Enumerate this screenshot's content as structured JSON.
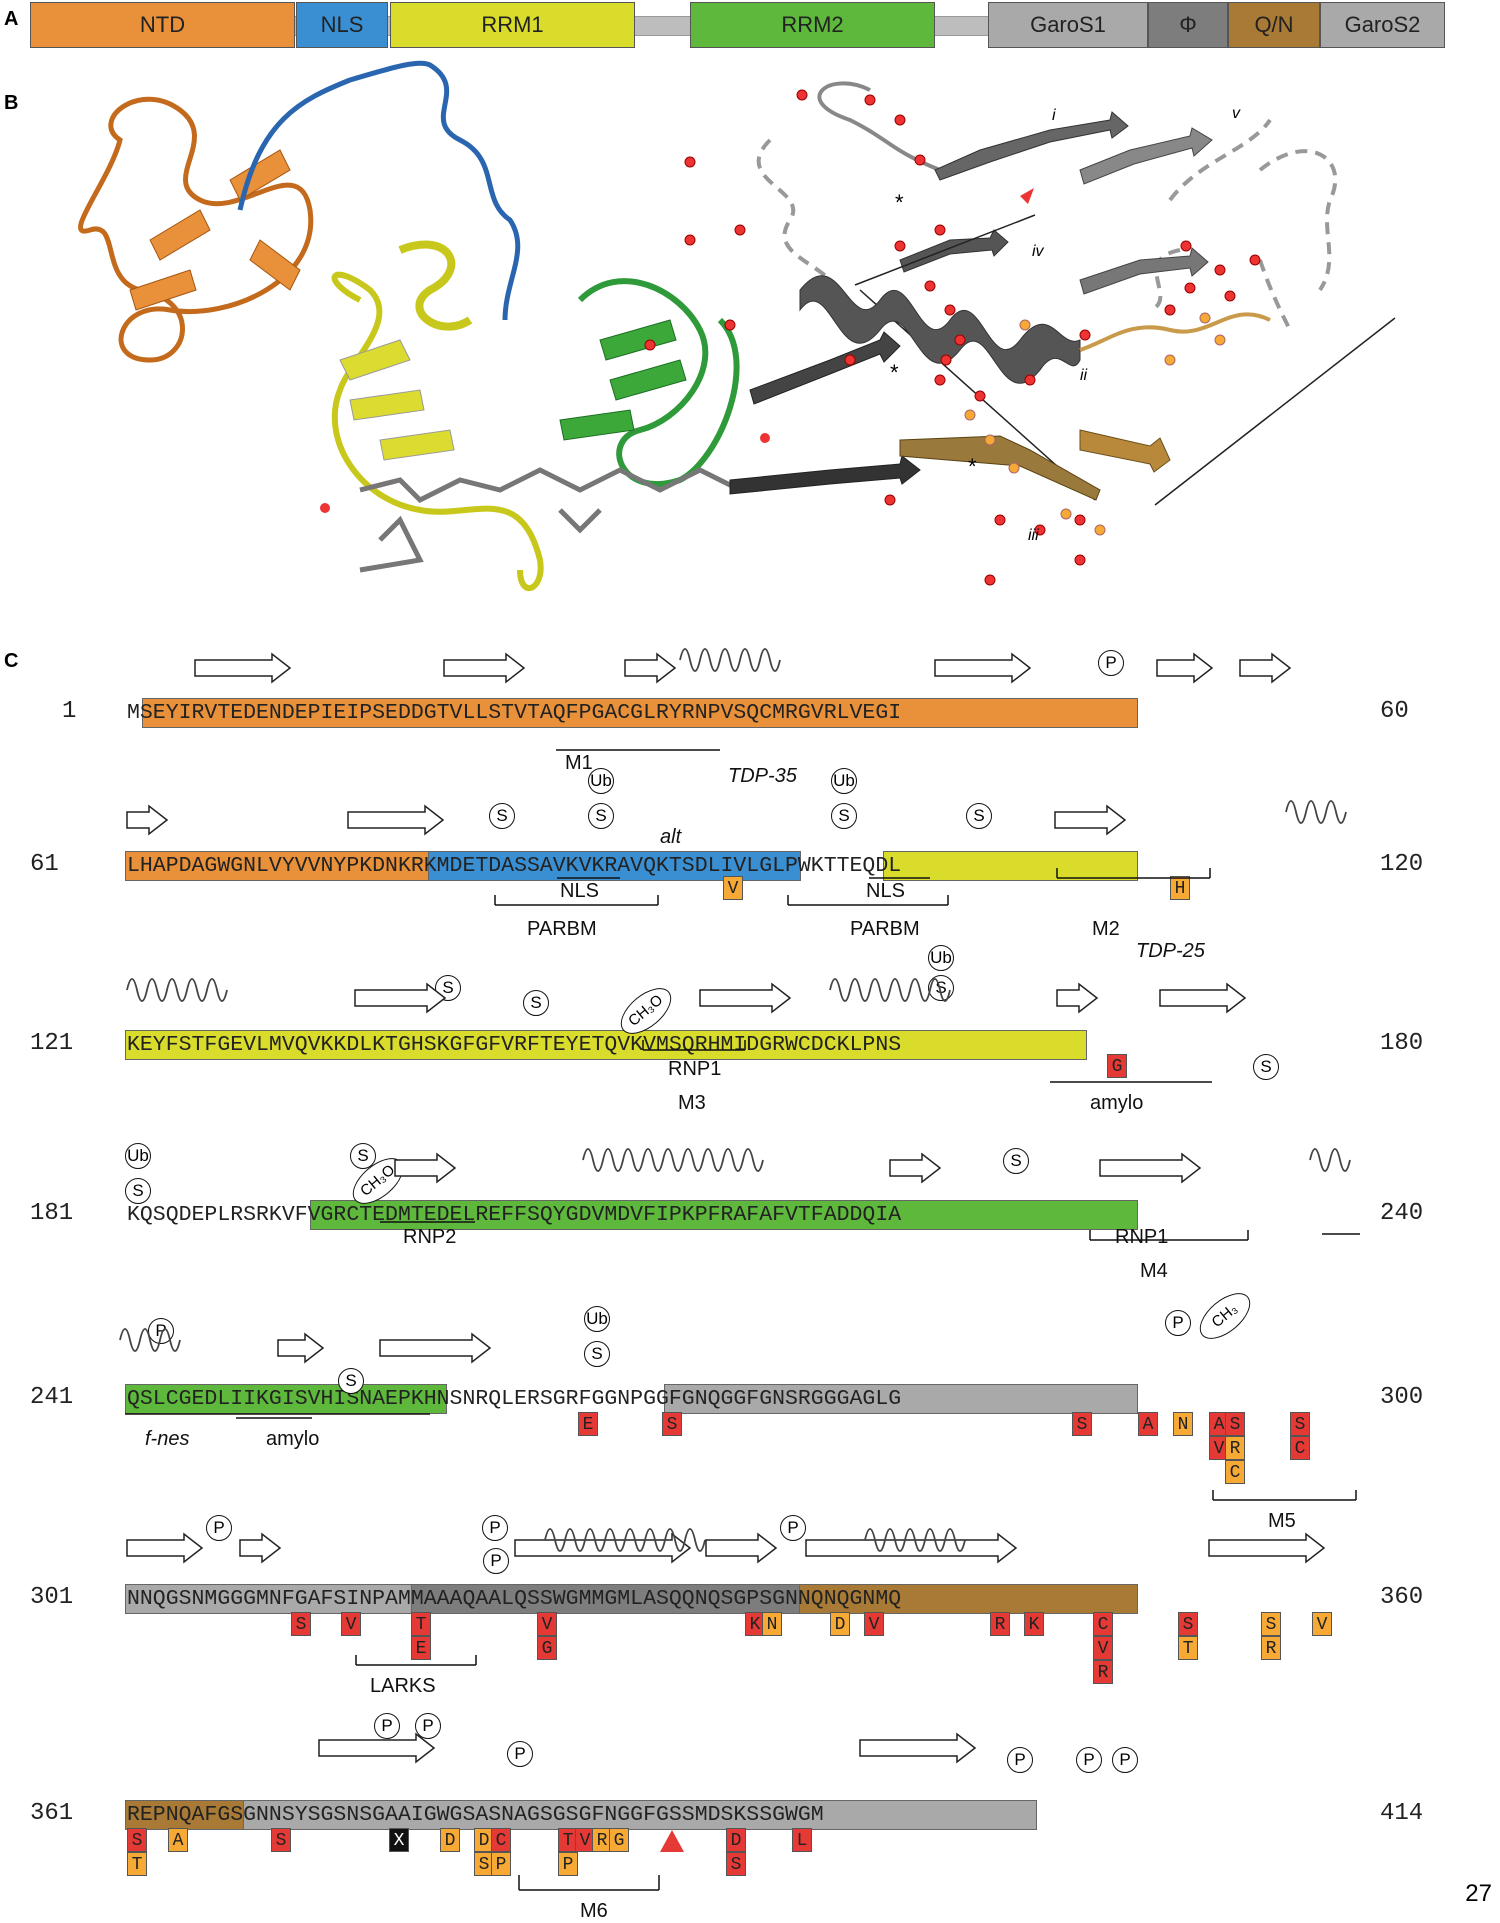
{
  "panels": {
    "a": "A",
    "b": "B",
    "c": "C"
  },
  "domains": [
    {
      "label": "NTD",
      "color": "#e8913a"
    },
    {
      "label": "NLS",
      "color": "#3a8fd3"
    },
    {
      "label": "RRM1",
      "color": "#d9dc2a"
    },
    {
      "label": "RRM2",
      "color": "#5db83c"
    },
    {
      "label": "GaroS1",
      "color": "#a9a9a9"
    },
    {
      "label": "Φ",
      "color": "#7d7d7d"
    },
    {
      "label": "Q/N",
      "color": "#a87a36"
    },
    {
      "label": "GaroS2",
      "color": "#a9a9a9"
    }
  ],
  "structure_labels": {
    "i": "i",
    "ii": "ii",
    "iii": "iii",
    "iv": "iv",
    "v": "v",
    "star": "*"
  },
  "rows": [
    {
      "start": "1",
      "end": "60",
      "seq": "MSEYIRVTEDENDEPIEIPSEDDGTVLLSTVTAQFPGACGLRYRNPVSQCMRGVRLVEGI"
    },
    {
      "start": "61",
      "end": "120",
      "seq": "LHAPDAGWGNLVYVVNYPKDNKRKMDETDASSAVKVKRAVQKTSDLIVLGLPWKTTEQDL"
    },
    {
      "start": "121",
      "end": "180",
      "seq": "KEYFSTFGEVLMVQVKKDLKTGHSKGFGFVRFTEYETQVKVMSQRHMIDGRWCDCKLPNS"
    },
    {
      "start": "181",
      "end": "240",
      "seq": "KQSQDEPLRSRKVFVGRCTEDMTEDELREFFSQYGDVMDVFIPKPFRAFAFVTFADDQIA"
    },
    {
      "start": "241",
      "end": "300",
      "seq": "QSLCGEDLIIKGISVHISNAEPKHNSNRQLERSGRFGGNPGGFGNQGGFGNSRGGGAGLG"
    },
    {
      "start": "301",
      "end": "360",
      "seq": "NNQGSNMGGGMNFGAFSINPAMMAAAQAALQSSWGMMGMLASQQNQSGPSGNNQNQGNMQ"
    },
    {
      "start": "361",
      "end": "414",
      "seq": "REPNQAFGSGNNSYSGSNSGAAIGWGSASNAGSGSGFNGGFGSSMDSKSSGWGM"
    }
  ],
  "annotations": {
    "M1": "M1",
    "M2": "M2",
    "M3": "M3",
    "M4": "M4",
    "M5": "M5",
    "M6": "M6",
    "NLS": "NLS",
    "PARBM": "PARBM",
    "RNP1": "RNP1",
    "RNP2": "RNP2",
    "amylo": "amylo",
    "fnes": "f-nes",
    "LARKS": "LARKS",
    "alt": "alt",
    "TDP35": "TDP-35",
    "TDP25": "TDP-25"
  },
  "ptm": {
    "P": "P",
    "S": "S",
    "Ub": "Ub",
    "CH3O": "CH₃O",
    "CH3": "CH₃"
  },
  "mutations": {
    "r2": [
      "V",
      "H"
    ],
    "r3": [
      "G"
    ],
    "r5": [
      "E",
      "S",
      "S",
      "A",
      "N",
      "A",
      "S",
      "V",
      "R",
      "C",
      "S",
      "C"
    ],
    "r6": [
      "S",
      "V",
      "T",
      "E",
      "V",
      "G",
      "K",
      "N",
      "D",
      "V",
      "R",
      "K",
      "C",
      "V",
      "R",
      "S",
      "T",
      "S",
      "R",
      "V"
    ],
    "r7": [
      "S",
      "T",
      "A",
      "S",
      "X",
      "D",
      "D",
      "C",
      "S",
      "P",
      "T",
      "V",
      "R",
      "G",
      "P",
      "D",
      "S",
      "L"
    ]
  },
  "page_number": "27"
}
